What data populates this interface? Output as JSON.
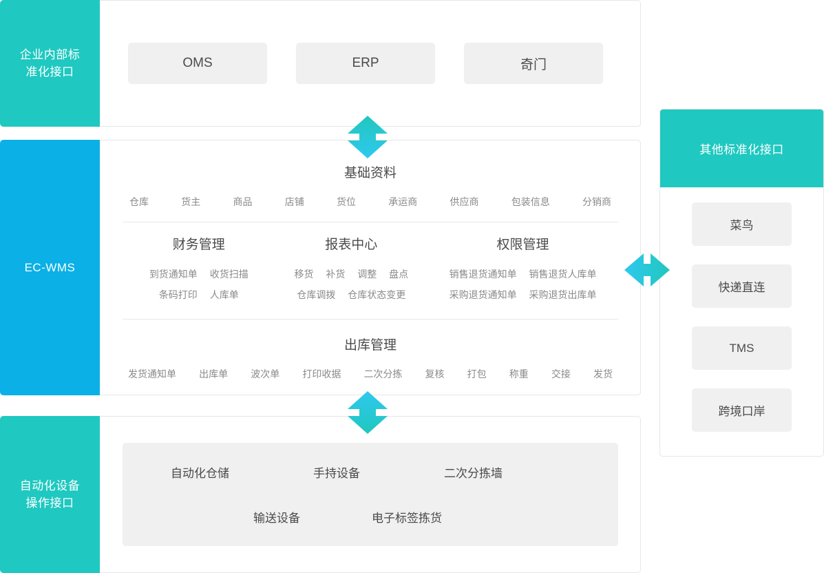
{
  "layers": {
    "top": {
      "label": "企业内部标准化接口",
      "label_lines": [
        "企业内部标",
        "准化接口"
      ],
      "tiles": [
        {
          "name": "oms",
          "label": "OMS"
        },
        {
          "name": "erp",
          "label": "ERP"
        },
        {
          "name": "qimen",
          "label": "奇门"
        }
      ]
    },
    "middle": {
      "label": "EC-WMS",
      "basic": {
        "title": "基础资料",
        "items": [
          "仓库",
          "货主",
          "商品",
          "店铺",
          "货位",
          "承运商",
          "供应商",
          "包装信息",
          "分销商"
        ]
      },
      "columns": [
        {
          "title": "财务管理",
          "rows": [
            [
              "到货通知单",
              "收货扫描"
            ],
            [
              "条码打印",
              "人库单"
            ]
          ]
        },
        {
          "title": "报表中心",
          "rows": [
            [
              "移货",
              "补货",
              "调整",
              "盘点"
            ],
            [
              "仓库调拨",
              "仓库状态变更"
            ]
          ]
        },
        {
          "title": "权限管理",
          "rows": [
            [
              "销售退货通知单",
              "销售退货人库单"
            ],
            [
              "采购退货通知单",
              "采购退货出库单"
            ]
          ]
        }
      ],
      "outbound": {
        "title": "出库管理",
        "items": [
          "发货通知单",
          "出库单",
          "波次单",
          "打印收据",
          "二次分拣",
          "复核",
          "打包",
          "称重",
          "交接",
          "发货"
        ]
      }
    },
    "bottom": {
      "label": "自动化设备操作接口",
      "label_lines": [
        "自动化设备",
        "操作接口"
      ],
      "devices_row1": [
        "自动化仓储",
        "手持设备",
        "二次分拣墙"
      ],
      "devices_row2": [
        "输送设备",
        "电子标签拣货"
      ]
    },
    "sidebar": {
      "title": "其他标准化接口",
      "items": [
        {
          "name": "cainiao",
          "label": "菜鸟"
        },
        {
          "name": "express-direct",
          "label": "快递直连"
        },
        {
          "name": "tms",
          "label": "TMS"
        },
        {
          "name": "cross-border-port",
          "label": "跨境口岸"
        }
      ]
    }
  },
  "connectors": {
    "top_arrow": "double-arrow-vertical",
    "bottom_arrow": "double-arrow-vertical",
    "right_arrow": "double-arrow-horizontal"
  },
  "colors": {
    "teal": "#1fc8c0",
    "blue": "#0bb0e6",
    "cyan_light": "#2ec7ea",
    "tile_bg": "#f0f0f0",
    "panel_border": "#e6e6e6",
    "text_dark": "#4a4a4a",
    "text_muted": "#8a8a8a",
    "white": "#ffffff"
  }
}
